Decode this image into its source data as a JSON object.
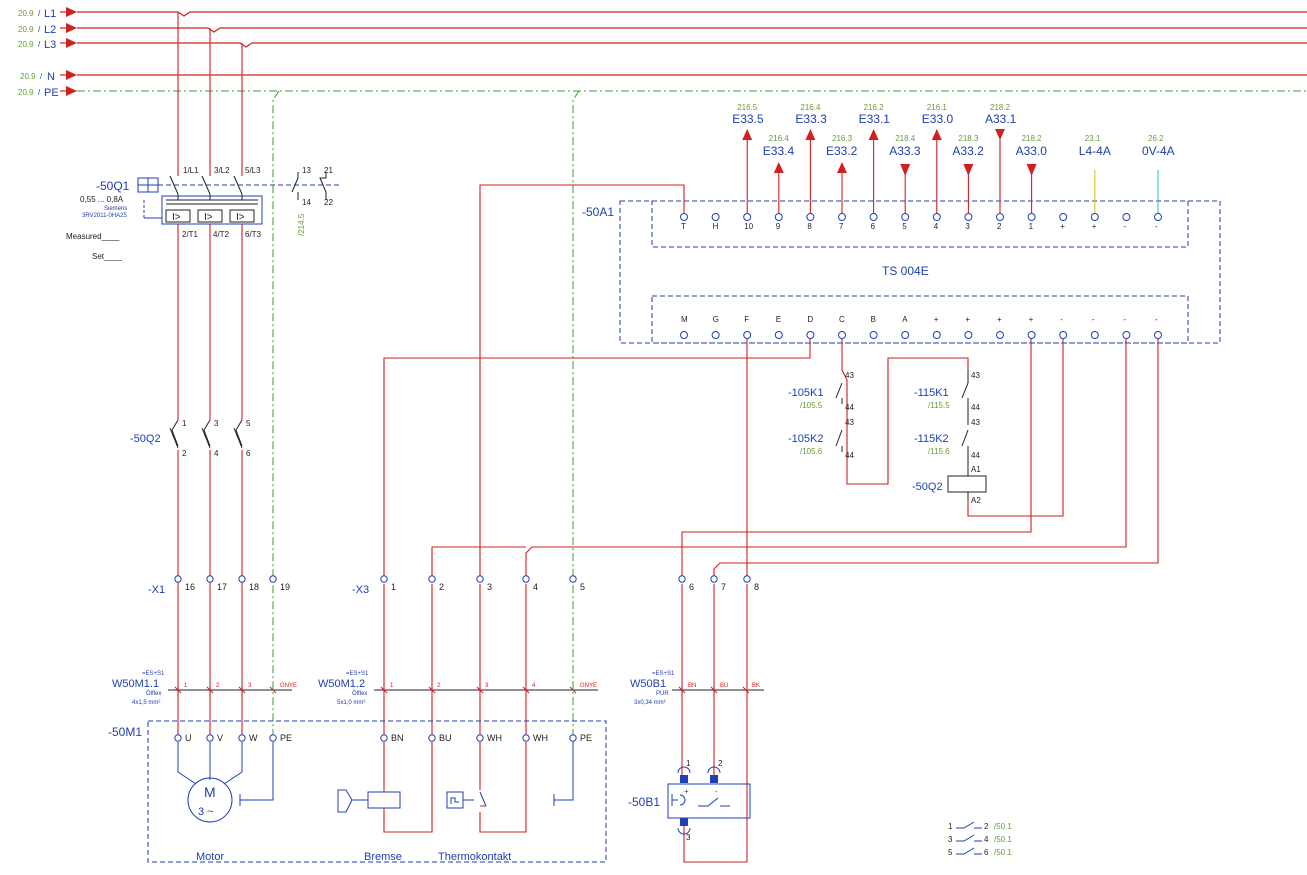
{
  "colors": {
    "wire": "#d02020",
    "blue": "#1f3fb4",
    "green_ref": "#6a9a3a",
    "pe_line": "#2ca02c"
  },
  "rails": [
    {
      "ref": "20.9",
      "label": "L1"
    },
    {
      "ref": "20.9",
      "label": "L2"
    },
    {
      "ref": "20.9",
      "label": "L3"
    },
    {
      "ref": "20.9",
      "label": "N"
    },
    {
      "ref": "20.9",
      "label": "PE"
    }
  ],
  "q1": {
    "tag": "-50Q1",
    "range": "0,55 ... 0,8A",
    "maker": "Siemens",
    "part": "3RV2011-0HA25",
    "measured": "Measured____",
    "set": "Set____",
    "top_terms": [
      "1/L1",
      "3/L2",
      "5/L3"
    ],
    "bot_terms": [
      "2/T1",
      "4/T2",
      "6/T3"
    ],
    "trip": "I>",
    "aux_top": [
      "13",
      "21"
    ],
    "aux_bot": [
      "14",
      "22"
    ],
    "aux_ref": "/214.5"
  },
  "a1": {
    "tag": "-50A1",
    "model": "TS 004E",
    "top_terms": [
      "T",
      "H",
      "10",
      "9",
      "8",
      "7",
      "6",
      "5",
      "4",
      "3",
      "2",
      "1",
      "+",
      "+",
      "-",
      "-"
    ],
    "bot_terms": [
      "M",
      "G",
      "F",
      "E",
      "D",
      "C",
      "B",
      "A",
      "+",
      "+",
      "+",
      "+",
      "-",
      "-",
      "-",
      "-"
    ],
    "signals_high": [
      {
        "ref": "216.5",
        "name": "E33.5"
      },
      {
        "ref": "216.4",
        "name": "E33.3"
      },
      {
        "ref": "216.2",
        "name": "E33.1"
      },
      {
        "ref": "216.1",
        "name": "E33.0"
      },
      {
        "ref": "218.2",
        "name": "A33.1"
      }
    ],
    "signals_low": [
      {
        "ref": "216.4",
        "name": "E33.4"
      },
      {
        "ref": "216.3",
        "name": "E33.2"
      },
      {
        "ref": "218.4",
        "name": "A33.3"
      },
      {
        "ref": "218.3",
        "name": "A33.2"
      },
      {
        "ref": "218.2",
        "name": "A33.0"
      },
      {
        "ref": "23.1",
        "name": "L4-4A"
      },
      {
        "ref": "26.2",
        "name": "0V-4A"
      }
    ]
  },
  "relays": [
    {
      "tag": "-105K1",
      "ref": "/105.5",
      "t1": "43",
      "t2": "44"
    },
    {
      "tag": "-105K2",
      "ref": "/105.6",
      "t1": "43",
      "t2": "44"
    },
    {
      "tag": "-115K1",
      "ref": "/115.5",
      "t1": "43",
      "t2": "44"
    },
    {
      "tag": "-115K2",
      "ref": "/115.6",
      "t1": "43",
      "t2": "44"
    }
  ],
  "q2coil": {
    "tag": "-50Q2",
    "a1": "A1",
    "a2": "A2"
  },
  "q2": {
    "tag": "-50Q2",
    "top": [
      "1",
      "3",
      "5"
    ],
    "bot": [
      "2",
      "4",
      "6"
    ]
  },
  "x1": {
    "tag": "-X1",
    "terms": [
      "16",
      "17",
      "18",
      "19"
    ]
  },
  "x3": {
    "tag": "-X3",
    "terms": [
      "1",
      "2",
      "3",
      "4",
      "5",
      "6",
      "7",
      "8"
    ]
  },
  "cables": [
    {
      "tag": "W50M1.1",
      "spec": "=ES+S1",
      "type": "Ölflex",
      "size": "4x1,5 mm²",
      "cores": [
        "1",
        "2",
        "3",
        "GNYE"
      ]
    },
    {
      "tag": "W50M1.2",
      "spec": "=ES+S1",
      "type": "Ölflex",
      "size": "5x1,0 mm²",
      "cores": [
        "1",
        "2",
        "3",
        "4",
        "GNYE"
      ]
    },
    {
      "tag": "W50B1",
      "spec": "=ES+S1",
      "type": "PUR",
      "size": "3x0,34 mm²",
      "cores": [
        "BN",
        "BU",
        "BK"
      ]
    }
  ],
  "m1": {
    "tag": "-50M1",
    "terms": [
      "U",
      "V",
      "W",
      "PE",
      "BN",
      "BU",
      "WH",
      "WH",
      "PE"
    ],
    "motor_label": "M",
    "motor_phase": "3 ~",
    "label_motor": "Motor",
    "label_brake": "Bremse",
    "label_thermo": "Thermokontakt"
  },
  "b1": {
    "tag": "-50B1",
    "pins": [
      "1",
      "2",
      "3"
    ],
    "plus": "+",
    "minus": "-"
  },
  "legend": [
    {
      "a": "1",
      "b": "2",
      "ref": "/50.1"
    },
    {
      "a": "3",
      "b": "4",
      "ref": "/50.1"
    },
    {
      "a": "5",
      "b": "6",
      "ref": "/50.1"
    }
  ]
}
